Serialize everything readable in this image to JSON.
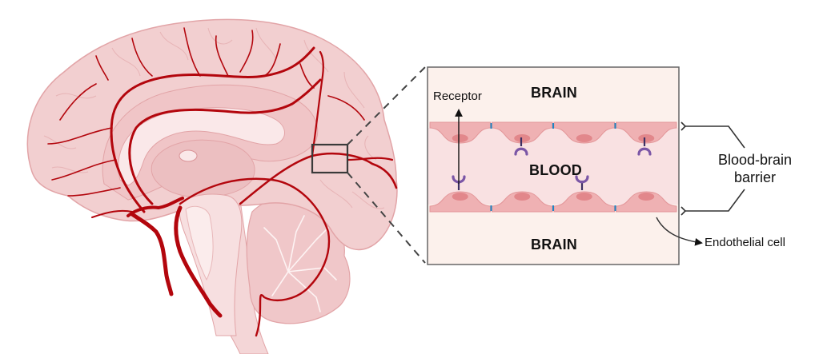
{
  "figure": {
    "title": "Blood-brain barrier schematic"
  },
  "brain_illustration": {
    "description": "Sagittal section of human brain with cerebral arteries",
    "colors": {
      "tissue": "#f2cfd0",
      "tissue_outline": "#e2a4a7",
      "tissue_light": "#f9e6e7",
      "artery": "#b3060d"
    }
  },
  "zoom_panel": {
    "labels": {
      "brain_top": "BRAIN",
      "blood": "BLOOD",
      "brain_bottom": "BRAIN",
      "receptor": "Receptor"
    },
    "colors": {
      "brain_bg": "#fcf1ec",
      "blood_bg": "#f9e1e2",
      "cell_fill": "#efb1b3",
      "cell_outline": "#e39598",
      "nucleus": "#e2878b",
      "tight_junction": "#1d86c4",
      "receptor": "#7b56a6",
      "receptor_stem": "#3d2f63",
      "frame": "#555555"
    },
    "upper_cell_count": 4,
    "lower_cell_count": 4
  },
  "annotations": {
    "bbb_label_line1": "Blood-brain",
    "bbb_label_line2": "barrier",
    "endothelial_label": "Endothelial cell"
  }
}
